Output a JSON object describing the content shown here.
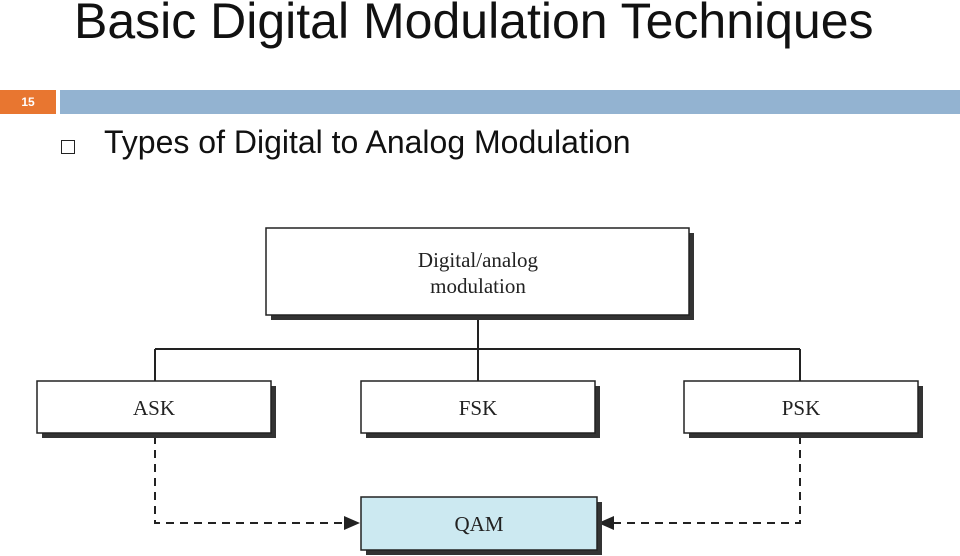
{
  "slide": {
    "title": "Basic Digital Modulation Techniques",
    "number": "15",
    "bullet": "Types of Digital to Analog Modulation",
    "accent_color": "#e87630",
    "bar_color": "#93b3d1"
  },
  "diagram": {
    "root": {
      "line1": "Digital/analog",
      "line2": "modulation"
    },
    "children": [
      {
        "id": "ask",
        "label": "ASK"
      },
      {
        "id": "fsk",
        "label": "FSK"
      },
      {
        "id": "psk",
        "label": "PSK"
      }
    ],
    "combined": {
      "label": "QAM",
      "fill": "#cce9f1"
    }
  }
}
